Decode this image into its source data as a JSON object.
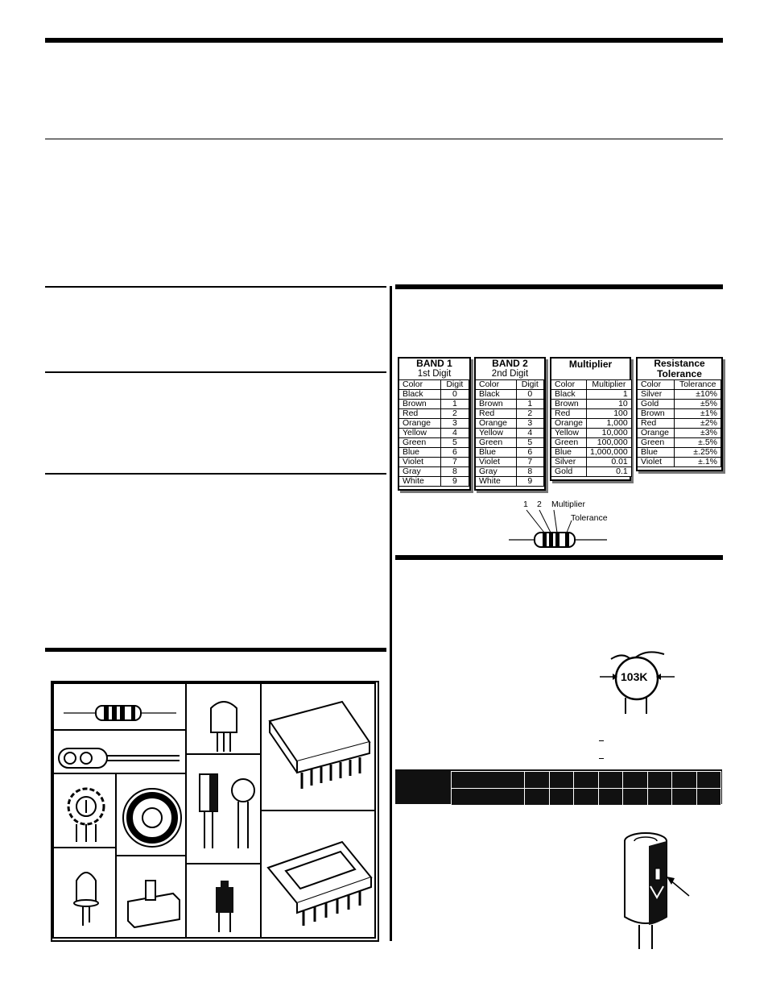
{
  "color_code": {
    "band1": {
      "title": "BAND 1",
      "subtitle": "1st Digit",
      "col_color": "Color",
      "col_value": "Digit",
      "rows": [
        [
          "Black",
          "0"
        ],
        [
          "Brown",
          "1"
        ],
        [
          "Red",
          "2"
        ],
        [
          "Orange",
          "3"
        ],
        [
          "Yellow",
          "4"
        ],
        [
          "Green",
          "5"
        ],
        [
          "Blue",
          "6"
        ],
        [
          "Violet",
          "7"
        ],
        [
          "Gray",
          "8"
        ],
        [
          "White",
          "9"
        ]
      ]
    },
    "band2": {
      "title": "BAND 2",
      "subtitle": "2nd Digit",
      "col_color": "Color",
      "col_value": "Digit",
      "rows": [
        [
          "Black",
          "0"
        ],
        [
          "Brown",
          "1"
        ],
        [
          "Red",
          "2"
        ],
        [
          "Orange",
          "3"
        ],
        [
          "Yellow",
          "4"
        ],
        [
          "Green",
          "5"
        ],
        [
          "Blue",
          "6"
        ],
        [
          "Violet",
          "7"
        ],
        [
          "Gray",
          "8"
        ],
        [
          "White",
          "9"
        ]
      ]
    },
    "multiplier": {
      "title": "Multiplier",
      "col_color": "Color",
      "col_value": "Multiplier",
      "rows": [
        [
          "Black",
          "1"
        ],
        [
          "Brown",
          "10"
        ],
        [
          "Red",
          "100"
        ],
        [
          "Orange",
          "1,000"
        ],
        [
          "Yellow",
          "10,000"
        ],
        [
          "Green",
          "100,000"
        ],
        [
          "Blue",
          "1,000,000"
        ],
        [
          "Silver",
          "0.01"
        ],
        [
          "Gold",
          "0.1"
        ]
      ]
    },
    "tolerance": {
      "title": "Resistance",
      "title2": "Tolerance",
      "col_color": "Color",
      "col_value": "Tolerance",
      "rows": [
        [
          "Silver",
          "±10%"
        ],
        [
          "Gold",
          "±5%"
        ],
        [
          "Brown",
          "±1%"
        ],
        [
          "Red",
          "±2%"
        ],
        [
          "Orange",
          "±3%"
        ],
        [
          "Green",
          "±.5%"
        ],
        [
          "Blue",
          "±.25%"
        ],
        [
          "Violet",
          "±.1%"
        ]
      ]
    }
  },
  "resistor_diagram": {
    "label_1": "1",
    "label_2": "2",
    "label_multiplier": "Multiplier",
    "label_tolerance": "Tolerance"
  },
  "capacitor": {
    "marking": "103K"
  }
}
